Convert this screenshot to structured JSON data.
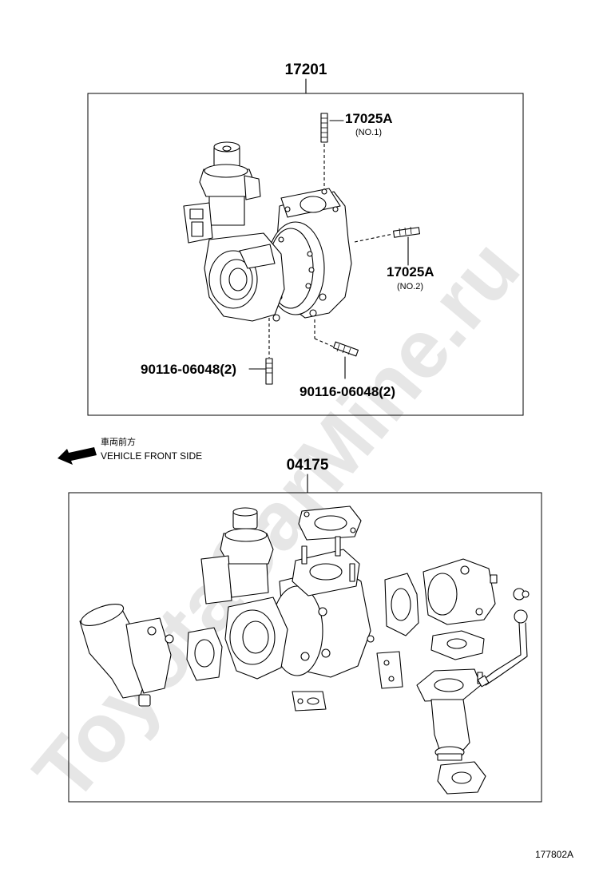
{
  "watermark": "ToyotaCarMine.ru",
  "assembly_upper": {
    "part_number": "17201",
    "callouts": [
      {
        "part": "17025A",
        "note": "(NO.1)"
      },
      {
        "part": "17025A",
        "note": "(NO.2)"
      },
      {
        "part": "90116-06048(2)",
        "note": ""
      },
      {
        "part": "90116-06048(2)",
        "note": ""
      }
    ]
  },
  "direction": {
    "japanese": "車両前方",
    "english": "VEHICLE FRONT SIDE",
    "arrow_icon": "arrow-left-icon"
  },
  "assembly_lower": {
    "part_number": "04175"
  },
  "illustration_id": "177802A"
}
